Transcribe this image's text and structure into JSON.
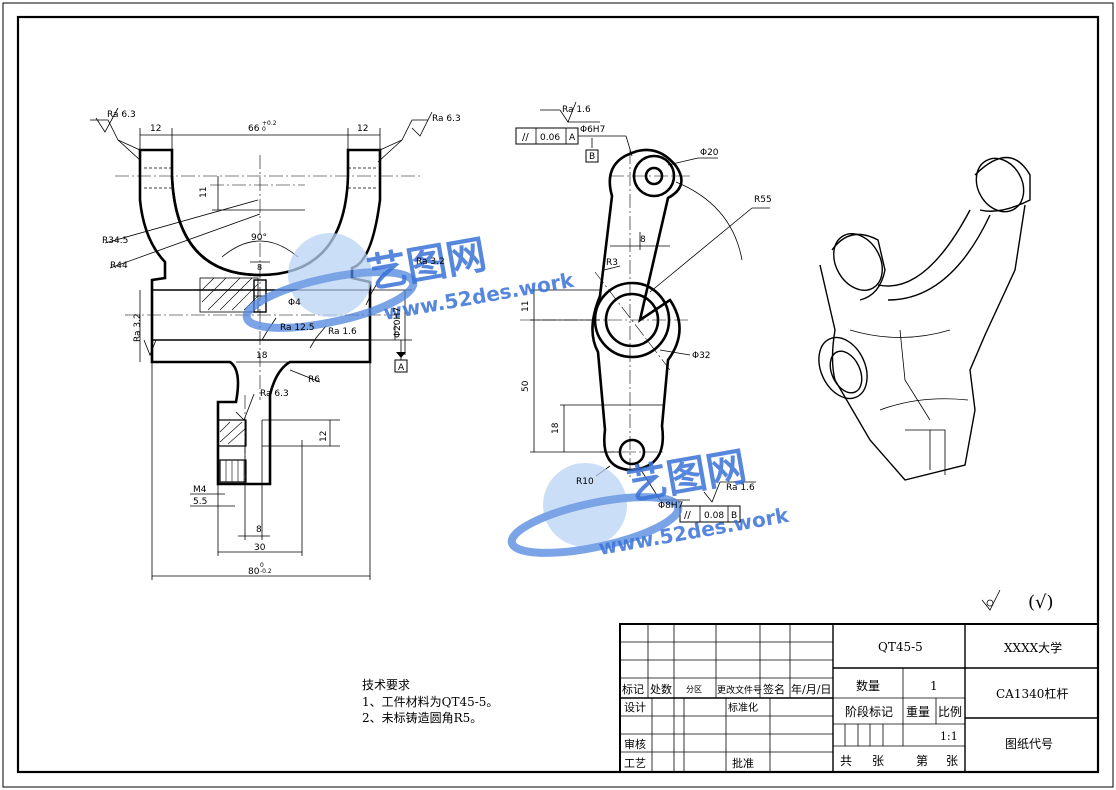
{
  "dims": {
    "left_top_12": "12",
    "left_top_66": "66",
    "tol_66_upper": "+0.2",
    "tol_66_lower": "0",
    "right_top_12": "12",
    "d11": "11",
    "ang90": "90°",
    "d8_small": "8",
    "r345": "R34.5",
    "r44": "R44",
    "phi4": "Φ4",
    "phi20h7": "Φ20H7",
    "d18": "18",
    "r6": "R6",
    "d12": "12",
    "m4": "M4",
    "d55": "5.5",
    "d8": "8",
    "d30": "30",
    "d80": "80",
    "tol_80_upper": "0",
    "tol_80_lower": "-0.2",
    "rv_phi6h7": "Φ6H7",
    "rv_phi20": "Φ20",
    "rv_r55": "R55",
    "rv_d8": "8",
    "rv_r3": "R3",
    "rv_d11": "11",
    "rv_d50": "50",
    "rv_phi32": "Φ32",
    "rv_d18": "18",
    "rv_r10": "R10",
    "rv_phi8h7": "Φ8H7"
  },
  "roughness": {
    "ra63_left": "Ra 6.3",
    "ra63_right": "Ra 6.3",
    "ra32_left": "Ra 3.2",
    "ra32_center": "Ra 3.2",
    "ra125": "Ra 12.5",
    "ra16_center": "Ra 1.6",
    "ra63_stem": "Ra 6.3",
    "ra16_top": "Ra 1.6",
    "ra16_bottom": "Ra 1.6",
    "other_mark": "(√)"
  },
  "tolerance_frames": {
    "top": {
      "symbol": "//",
      "value": "0.06",
      "datum": "A"
    },
    "bottom": {
      "symbol": "//",
      "value": "0.08",
      "datum": "B"
    }
  },
  "datums": {
    "a": "A",
    "b": "B"
  },
  "watermark": {
    "brand": "艺图网",
    "url": "www.52des.work"
  },
  "tech_notes": {
    "heading": "技术要求",
    "line1": "1、工件材料为QT45-5。",
    "line2": "2、未标铸造圆角R5。"
  },
  "title_block": {
    "material": "QT45-5",
    "school": "XXXX大学",
    "part_name": "CA1340杠杆",
    "qty_label": "数量",
    "qty_value": "1",
    "stage_label": "阶段标记",
    "weight_label": "重量",
    "scale_label": "比例",
    "scale_value": "1:1",
    "drawing_no_label": "图纸代号",
    "total_label": "共",
    "sheet_label": "张",
    "nth_label": "第",
    "sheet_label2": "张",
    "row_mark": "标记",
    "row_count": "处数",
    "row_zone": "分区",
    "row_docno": "更改文件号",
    "row_sign": "签名",
    "row_date": "年/月/日",
    "design": "设计",
    "standard": "标准化",
    "review": "审核",
    "process": "工艺",
    "approve": "批准"
  }
}
